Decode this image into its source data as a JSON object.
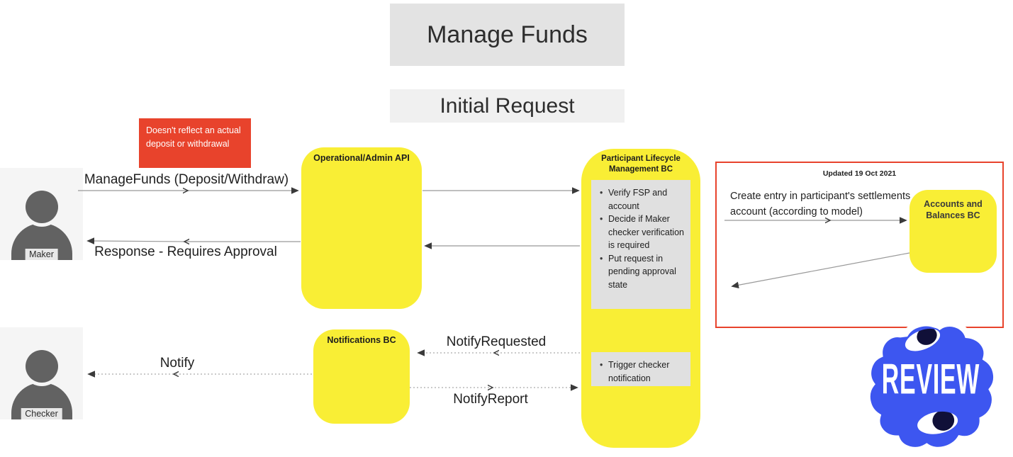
{
  "titles": {
    "main": "Manage Funds",
    "sub": "Initial Request"
  },
  "note": {
    "text": "Doesn't reflect an actual deposit or withdrawal"
  },
  "actors": [
    {
      "name": "Maker"
    },
    {
      "name": "Checker"
    }
  ],
  "boxes": {
    "op_api": {
      "title": "Operational/Admin API"
    },
    "plm": {
      "title": "Participant Lifecycle Management BC",
      "tasks1": [
        "Verify FSP and account",
        "Decide if Maker checker verification is required",
        "Put request in pending approval state"
      ],
      "tasks2": [
        "Trigger checker notification"
      ]
    },
    "notifications": {
      "title": "Notifications BC"
    },
    "accounts": {
      "title": "Accounts and Balances BC"
    }
  },
  "messages": {
    "manage_funds": "ManageFunds (Deposit/Withdraw)",
    "response": "Response - Requires Approval",
    "notify_requested": "NotifyRequested",
    "notify": "Notify",
    "notify_report": "NotifyReport",
    "create_entry": "Create entry in participant's settlements account (according to model)"
  },
  "annotation": {
    "updated": "Updated 19 Oct 2021"
  },
  "sticker": {
    "text": "REVIEW"
  },
  "colors": {
    "component_yellow": "#f9ee35",
    "note_red": "#e8432c",
    "panel_border_red": "#e8432c",
    "task_gray": "#e0e0e0",
    "banner_gray": "#e3e3e3",
    "banner_light_gray": "#f0f0f0",
    "actor_gray": "#626262",
    "sticker_blue": "#3d56f0",
    "sticker_navy": "#101038",
    "line_gray": "#999999"
  }
}
